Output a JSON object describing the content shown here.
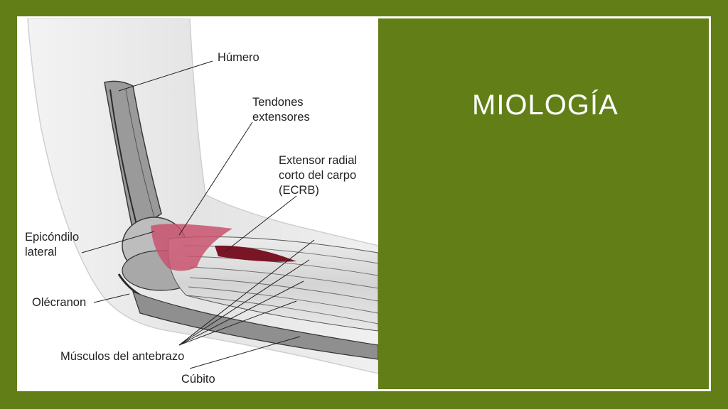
{
  "slide": {
    "title": "MIOLOGÍA",
    "colors": {
      "background": "#627e17",
      "frame": "#ffffff",
      "muscle_highlight": "#c8546e",
      "tendon_dark": "#7a1525"
    }
  },
  "figure": {
    "labels": {
      "humero": "Húmero",
      "tendones_1": "Tendones",
      "tendones_2": "extensores",
      "ecrb_1": "Extensor radial",
      "ecrb_2": "corto del carpo",
      "ecrb_3": "(ECRB)",
      "epicondilo_1": "Epicóndilo",
      "epicondilo_2": "lateral",
      "olecranon": "Olécranon",
      "musculos": "Músculos del antebrazo",
      "cubito": "Cúbito"
    }
  }
}
